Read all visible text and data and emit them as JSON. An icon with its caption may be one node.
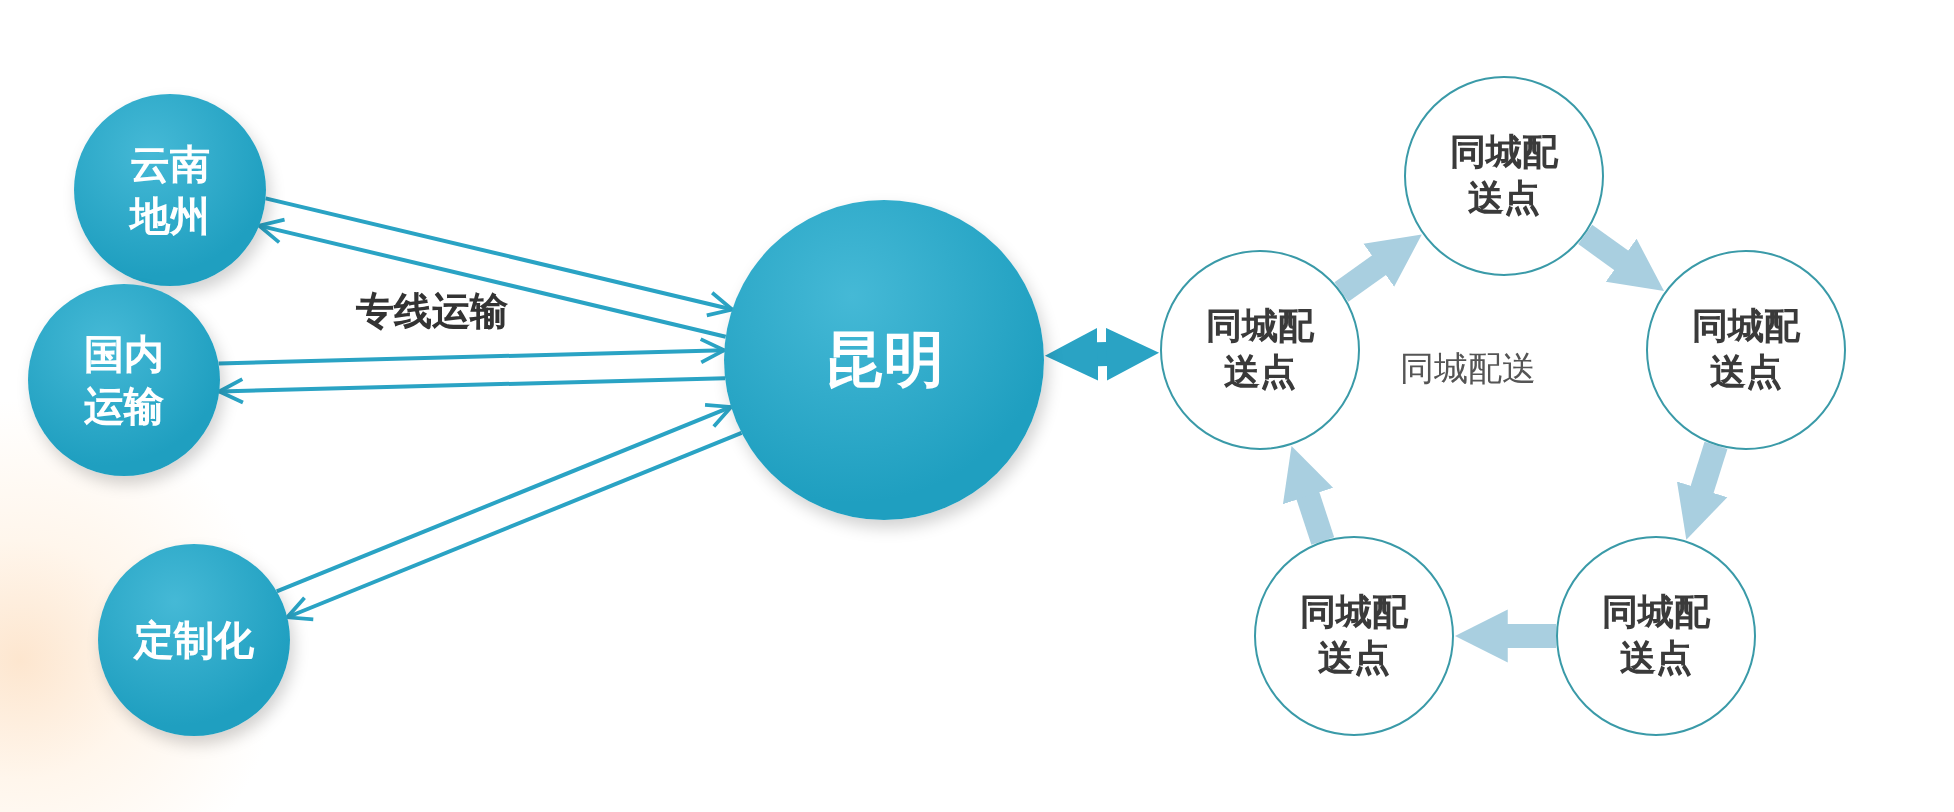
{
  "diagram": {
    "nodes": [
      {
        "text": [
          "云南地州"
        ]
      },
      {
        "text": [
          "国内运输"
        ]
      },
      {
        "text": [
          "定制化"
        ]
      },
      {
        "text": [
          "昆明"
        ]
      },
      {
        "text": [
          "同城配送点"
        ]
      },
      {
        "text": [
          "同城配送点"
        ]
      },
      {
        "text": [
          "同城配送点"
        ]
      },
      {
        "text": [
          "同城配送点"
        ]
      },
      {
        "text": [
          "同城配送点"
        ]
      }
    ],
    "edges": [
      {
        "from": 0,
        "to": 3,
        "arrow": "to"
      },
      {
        "from": 3,
        "to": 0,
        "arrow": "to"
      },
      {
        "from": 1,
        "to": 3,
        "arrow": "to"
      },
      {
        "from": 3,
        "to": 1,
        "arrow": "to"
      },
      {
        "from": 2,
        "to": 3,
        "arrow": "to"
      },
      {
        "from": 3,
        "to": 2,
        "arrow": "to"
      },
      {
        "from": 3,
        "to": 4,
        "arrow": "both",
        "style": "thick"
      },
      {
        "from": 4,
        "to": 5,
        "arrow": "to",
        "style": "thick",
        "color": "#a9cfe0"
      },
      {
        "from": 5,
        "to": 6,
        "arrow": "to",
        "style": "thick",
        "color": "#a9cfe0"
      },
      {
        "from": 6,
        "to": 7,
        "arrow": "to",
        "style": "thick",
        "color": "#a9cfe0"
      },
      {
        "from": 7,
        "to": 8,
        "arrow": "to",
        "style": "thick",
        "color": "#a9cfe0"
      },
      {
        "from": 8,
        "to": 4,
        "arrow": "to",
        "style": "thick",
        "color": "#a9cfe0"
      }
    ],
    "labels": [
      "专线运输",
      "同城配送"
    ]
  }
}
